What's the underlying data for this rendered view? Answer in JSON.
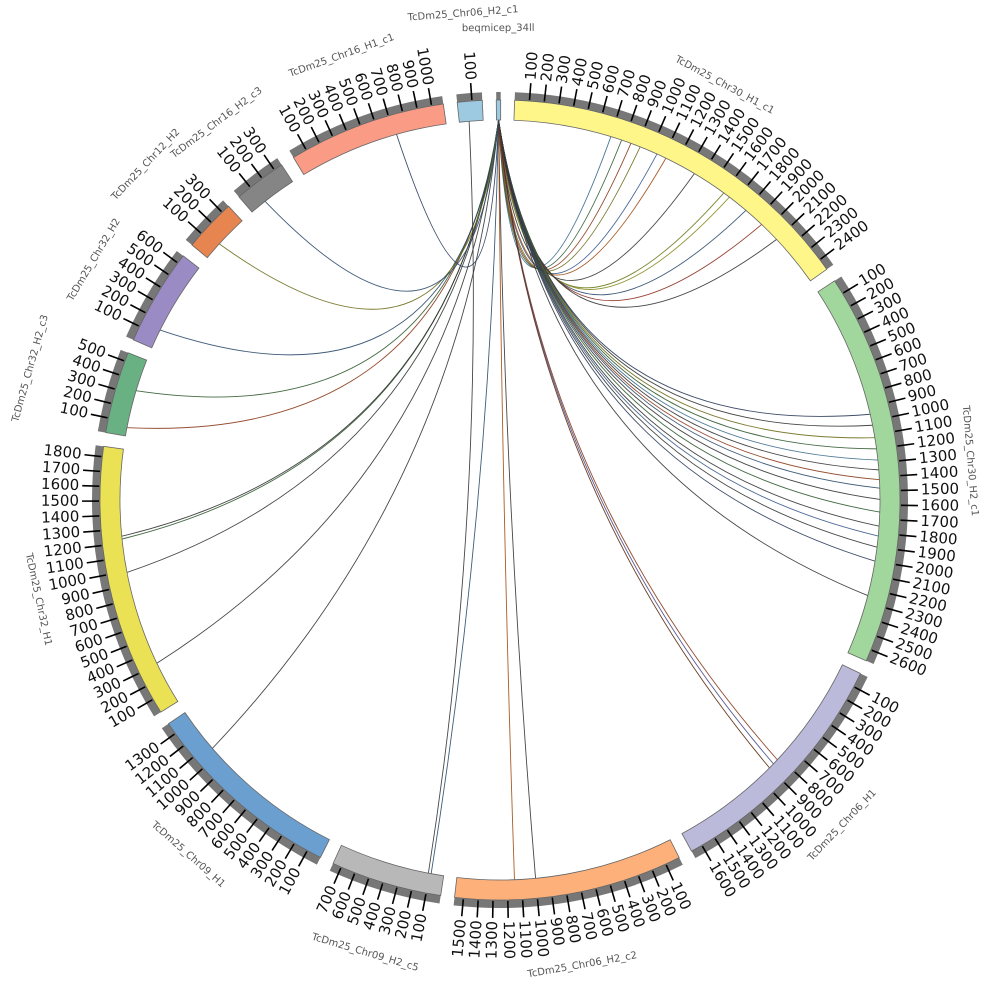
{
  "chart_data": {
    "type": "chord",
    "title": "",
    "tick_interval": 100,
    "segments": [
      {
        "label": "TcDm25_Chr30_H1_c1",
        "length": 2480,
        "color": "#fff68a"
      },
      {
        "label": "TcDm25_Chr30_H2_c1",
        "length": 2680,
        "color": "#a1d69d"
      },
      {
        "label": "TcDm25_Chr06_H1",
        "length": 1680,
        "color": "#bcbadb"
      },
      {
        "label": "TcDm25_Chr06_H2_c2",
        "length": 1560,
        "color": "#fdb07a"
      },
      {
        "label": "TcDm25_Chr09_H2_c5",
        "length": 760,
        "color": "#b8b8b8"
      },
      {
        "label": "TcDm25_Chr09_H1",
        "length": 1380,
        "color": "#6b9fd0"
      },
      {
        "label": "TcDm25_Chr32_H1",
        "length": 1870,
        "color": "#ebe155"
      },
      {
        "label": "TcDm25_Chr32_H2_c3",
        "length": 560,
        "color": "#69b183"
      },
      {
        "label": "TcDm25_Chr32_H2",
        "length": 660,
        "color": "#9b8bc4"
      },
      {
        "label": "TcDm25_Chr12_H2",
        "length": 360,
        "color": "#e6854f"
      },
      {
        "label": "TcDm25_Chr16_H2_c3",
        "length": 360,
        "color": "#858585"
      },
      {
        "label": "TcDm25_Chr16_H1_c1",
        "length": 1080,
        "color": "#fa9b85"
      },
      {
        "label": "TcDm25_Chr06_H2_c1",
        "length": 170,
        "color": "#9ecae1"
      },
      {
        "label": "beqmicep_34ll",
        "length": 30,
        "color": "#9ecae1"
      }
    ],
    "links": [
      {
        "source": [
          13,
          15
        ],
        "target": [
          0,
          700
        ],
        "color": "#3a6b8a"
      },
      {
        "source": [
          13,
          15
        ],
        "target": [
          0,
          780
        ],
        "color": "#2f5a2f"
      },
      {
        "source": [
          13,
          15
        ],
        "target": [
          0,
          850
        ],
        "color": "#8a3a1a"
      },
      {
        "source": [
          13,
          15
        ],
        "target": [
          0,
          920
        ],
        "color": "#6b6b1a"
      },
      {
        "source": [
          13,
          15
        ],
        "target": [
          0,
          1050
        ],
        "color": "#3a5a8a"
      },
      {
        "source": [
          13,
          15
        ],
        "target": [
          0,
          1120
        ],
        "color": "#a04a10"
      },
      {
        "source": [
          13,
          15
        ],
        "target": [
          0,
          1350
        ],
        "color": "#333333"
      },
      {
        "source": [
          13,
          15
        ],
        "target": [
          0,
          1600
        ],
        "color": "#6b7a1a"
      },
      {
        "source": [
          13,
          15
        ],
        "target": [
          0,
          1650
        ],
        "color": "#8a8a20"
      },
      {
        "source": [
          13,
          15
        ],
        "target": [
          0,
          1800
        ],
        "color": "#2a4a6a"
      },
      {
        "source": [
          13,
          15
        ],
        "target": [
          0,
          1950
        ],
        "color": "#8a2a1a"
      },
      {
        "source": [
          13,
          15
        ],
        "target": [
          0,
          2100
        ],
        "color": "#333333"
      },
      {
        "source": [
          13,
          15
        ],
        "target": [
          1,
          950
        ],
        "color": "#2a3a5a"
      },
      {
        "source": [
          13,
          15
        ],
        "target": [
          1,
          1030
        ],
        "color": "#333333"
      },
      {
        "source": [
          13,
          15
        ],
        "target": [
          1,
          1120
        ],
        "color": "#6b6b1a"
      },
      {
        "source": [
          13,
          15
        ],
        "target": [
          1,
          1200
        ],
        "color": "#2f5a2f"
      },
      {
        "source": [
          13,
          15
        ],
        "target": [
          1,
          1280
        ],
        "color": "#3a6b8a"
      },
      {
        "source": [
          13,
          15
        ],
        "target": [
          1,
          1350
        ],
        "color": "#333333"
      },
      {
        "source": [
          13,
          15
        ],
        "target": [
          1,
          1420
        ],
        "color": "#8a3a1a"
      },
      {
        "source": [
          13,
          15
        ],
        "target": [
          1,
          1480
        ],
        "color": "#2a4a6a"
      },
      {
        "source": [
          13,
          15
        ],
        "target": [
          1,
          1560
        ],
        "color": "#333333"
      },
      {
        "source": [
          13,
          15
        ],
        "target": [
          1,
          1650
        ],
        "color": "#2f5a2f"
      },
      {
        "source": [
          13,
          15
        ],
        "target": [
          1,
          1750
        ],
        "color": "#333333"
      },
      {
        "source": [
          13,
          15
        ],
        "target": [
          1,
          1820
        ],
        "color": "#3a5a8a"
      },
      {
        "source": [
          13,
          15
        ],
        "target": [
          1,
          1900
        ],
        "color": "#333333"
      },
      {
        "source": [
          13,
          15
        ],
        "target": [
          1,
          2000
        ],
        "color": "#2a3a5a"
      },
      {
        "source": [
          13,
          15
        ],
        "target": [
          1,
          2250
        ],
        "color": "#333333"
      },
      {
        "source": [
          13,
          15
        ],
        "target": [
          2,
          820
        ],
        "color": "#8a3a1a"
      },
      {
        "source": [
          13,
          15
        ],
        "target": [
          2,
          860
        ],
        "color": "#4a4a8a"
      },
      {
        "source": [
          13,
          15
        ],
        "target": [
          2,
          900
        ],
        "color": "#5a2a10"
      },
      {
        "source": [
          13,
          15
        ],
        "target": [
          3,
          1000
        ],
        "color": "#333333"
      },
      {
        "source": [
          13,
          15
        ],
        "target": [
          3,
          1150
        ],
        "color": "#a04a10"
      },
      {
        "source": [
          13,
          15
        ],
        "target": [
          4,
          90
        ],
        "color": "#2a4a6a"
      },
      {
        "source": [
          13,
          15
        ],
        "target": [
          5,
          1060
        ],
        "color": "#333333"
      },
      {
        "source": [
          13,
          15
        ],
        "target": [
          6,
          310
        ],
        "color": "#333333"
      },
      {
        "source": [
          13,
          15
        ],
        "target": [
          6,
          990
        ],
        "color": "#333333"
      },
      {
        "source": [
          13,
          15
        ],
        "target": [
          6,
          1230
        ],
        "color": "#2f5a2f"
      },
      {
        "source": [
          13,
          15
        ],
        "target": [
          6,
          1250
        ],
        "color": "#333333"
      },
      {
        "source": [
          13,
          15
        ],
        "target": [
          7,
          60
        ],
        "color": "#8a3a1a"
      },
      {
        "source": [
          13,
          15
        ],
        "target": [
          7,
          330
        ],
        "color": "#2f5a2f"
      },
      {
        "source": [
          13,
          15
        ],
        "target": [
          8,
          140
        ],
        "color": "#2a4a6a"
      },
      {
        "source": [
          13,
          15
        ],
        "target": [
          9,
          130
        ],
        "color": "#6b6b1a"
      },
      {
        "source": [
          13,
          15
        ],
        "target": [
          10,
          120
        ],
        "color": "#2a4a6a"
      },
      {
        "source": [
          13,
          15
        ],
        "target": [
          11,
          720
        ],
        "color": "#2a3a5a"
      },
      {
        "source": [
          12,
          70
        ],
        "target": [
          4,
          110
        ],
        "color": "#333333"
      }
    ]
  }
}
